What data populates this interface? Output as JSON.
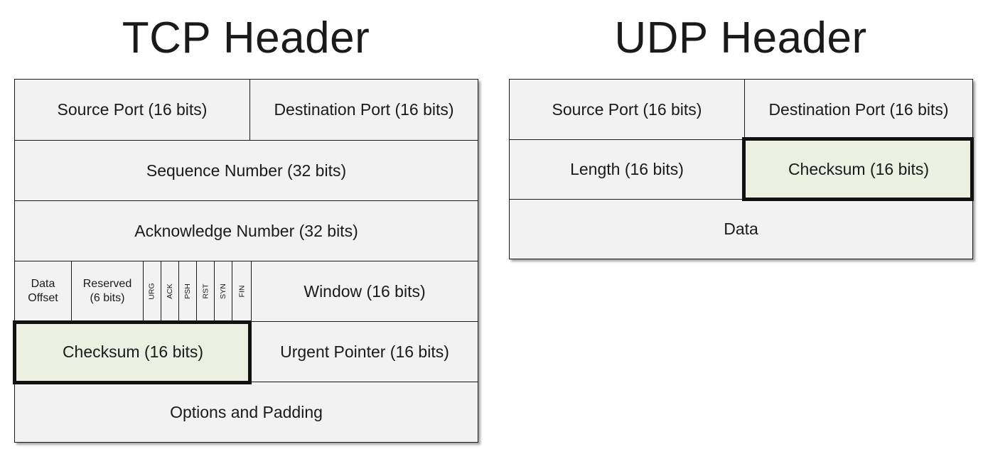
{
  "tcp": {
    "title": "TCP Header",
    "source_port": "Source Port (16 bits)",
    "destination_port": "Destination Port (16 bits)",
    "sequence_number": "Sequence Number (32 bits)",
    "acknowledge_number": "Acknowledge Number (32 bits)",
    "data_offset_line1": "Data",
    "data_offset_line2": "Offset",
    "reserved_line1": "Reserved",
    "reserved_line2": "(6 bits)",
    "flags": [
      "URG",
      "ACK",
      "PSH",
      "RST",
      "SYN",
      "FIN"
    ],
    "window": "Window (16 bits)",
    "checksum": "Checksum (16 bits)",
    "urgent_pointer": "Urgent Pointer (16 bits)",
    "options_padding": "Options and Padding"
  },
  "udp": {
    "title": "UDP Header",
    "source_port": "Source Port (16 bits)",
    "destination_port": "Destination Port (16 bits)",
    "length": "Length (16 bits)",
    "checksum": "Checksum (16 bits)",
    "data": "Data"
  },
  "colors": {
    "highlight_fill": "#ebf0e1",
    "cell_fill": "#f2f2f2",
    "border": "#1a1a1a"
  }
}
